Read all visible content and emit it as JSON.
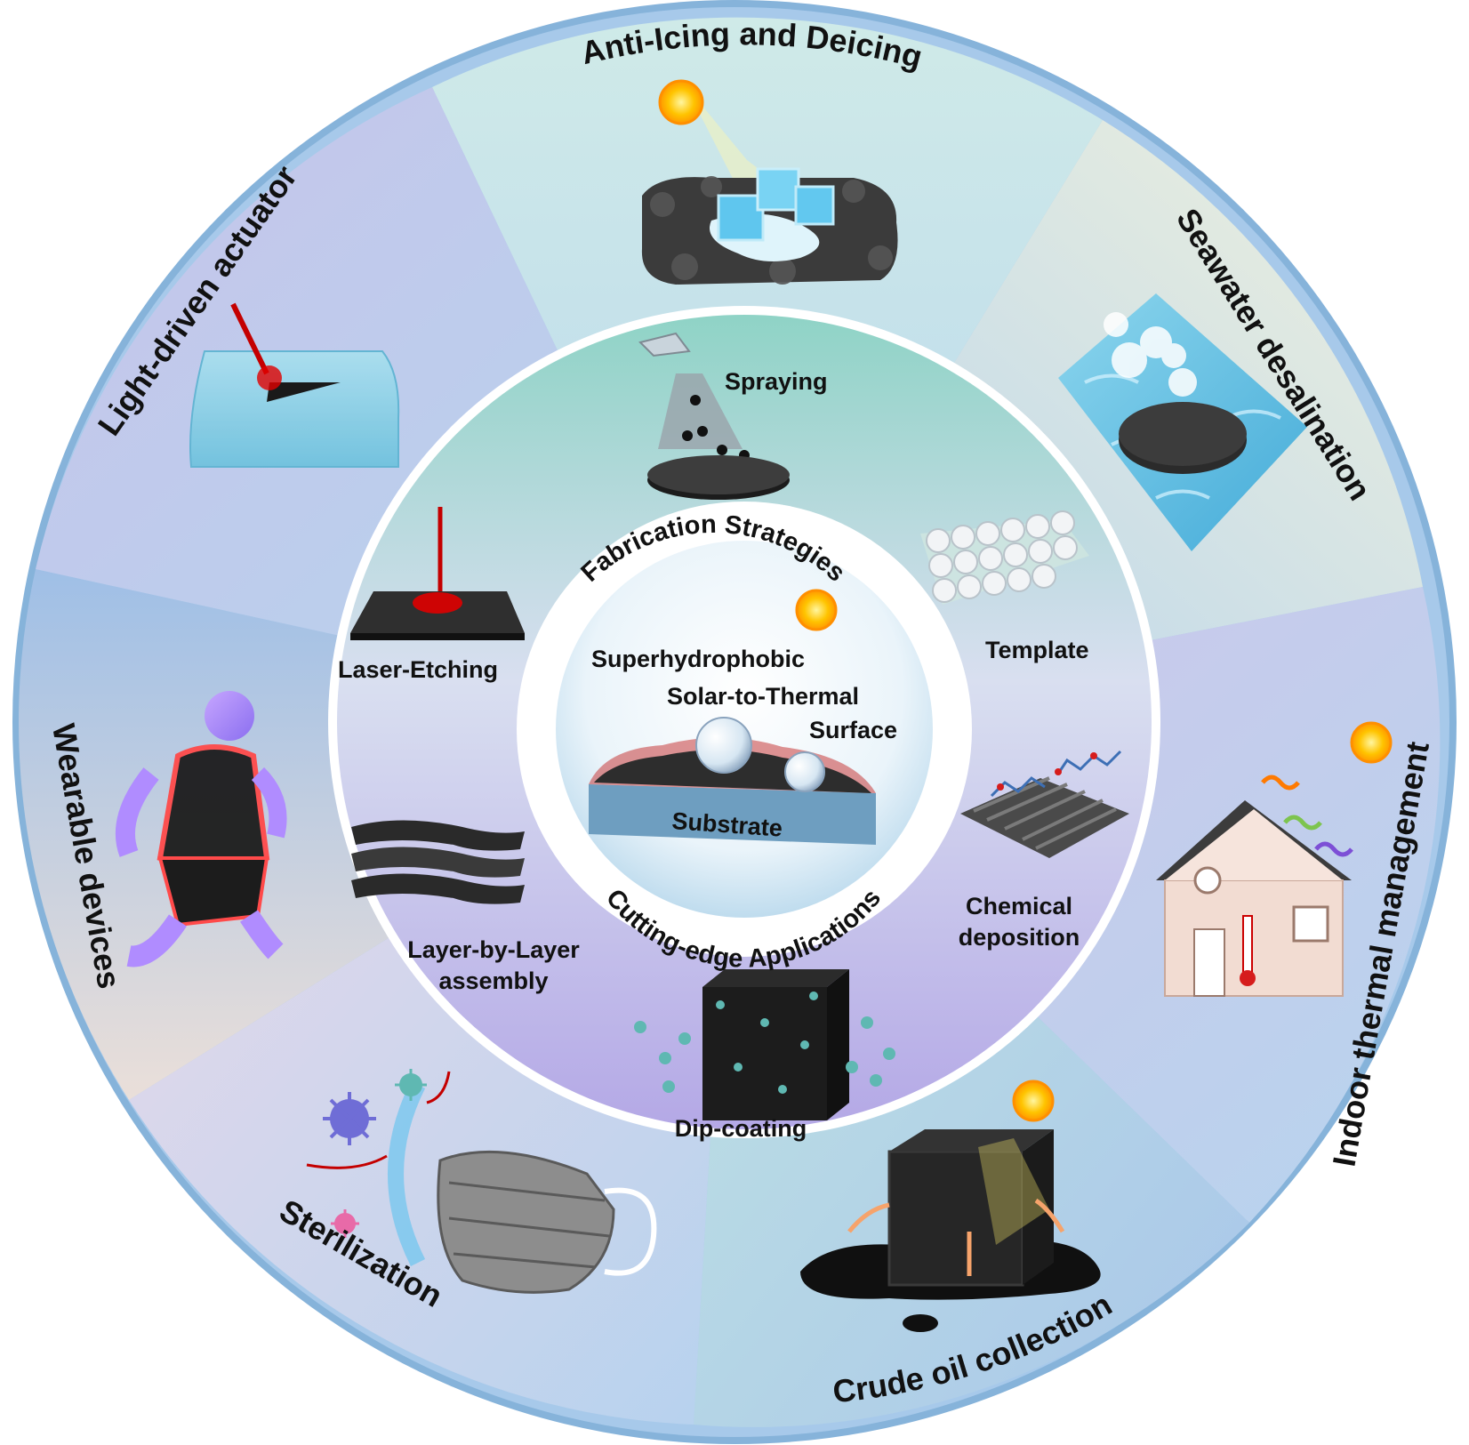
{
  "center": {
    "ring_top_label": "Fabrication Strategies",
    "ring_bottom_label": "Cutting-edge Applications",
    "line1": "Superhydrophobic",
    "line2": "Solar-to-Thermal",
    "line3": "Surface",
    "substrate_label": "Substrate"
  },
  "methods": {
    "spraying": "Spraying",
    "template": "Template",
    "chemical_line1": "Chemical",
    "chemical_line2": "deposition",
    "dip_coating": "Dip-coating",
    "lbl_line1": "Layer-by-Layer",
    "lbl_line2": "assembly",
    "laser_etching": "Laser-Etching"
  },
  "applications": {
    "anti_icing": "Anti-Icing and Deicing",
    "seawater": "Seawater desalination",
    "indoor": "Indoor thermal management",
    "crude_oil": "Crude oil collection",
    "sterilization": "Sterilization",
    "wearable": "Wearable devices",
    "actuator": "Light-driven actuator"
  },
  "colors": {
    "outer_rim": "#7fb3d8",
    "sun": "#ffb300",
    "laser": "#c40000",
    "particle": "#5fb8b2"
  }
}
